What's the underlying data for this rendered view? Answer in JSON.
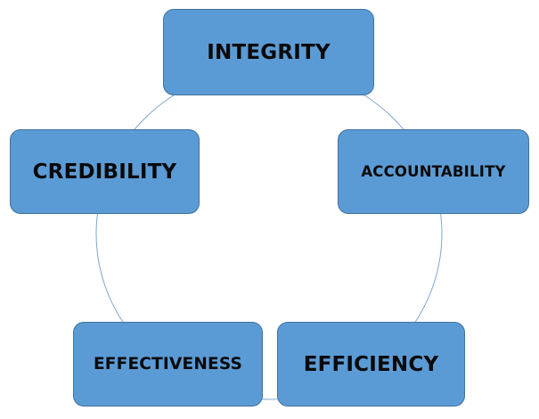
{
  "diagram": {
    "nodes": [
      {
        "id": "integrity",
        "label": "INTEGRITY"
      },
      {
        "id": "accountability",
        "label": "ACCOUNTABILITY"
      },
      {
        "id": "efficiency",
        "label": "EFFICIENCY"
      },
      {
        "id": "effectiveness",
        "label": "EFFECTIVENESS"
      },
      {
        "id": "credibility",
        "label": "CREDIBILITY"
      }
    ],
    "colors": {
      "node_fill": "#5b9bd5",
      "node_border": "#41719c",
      "ring_stroke": "#7fa8cf",
      "text": "#0a0a0a"
    }
  }
}
